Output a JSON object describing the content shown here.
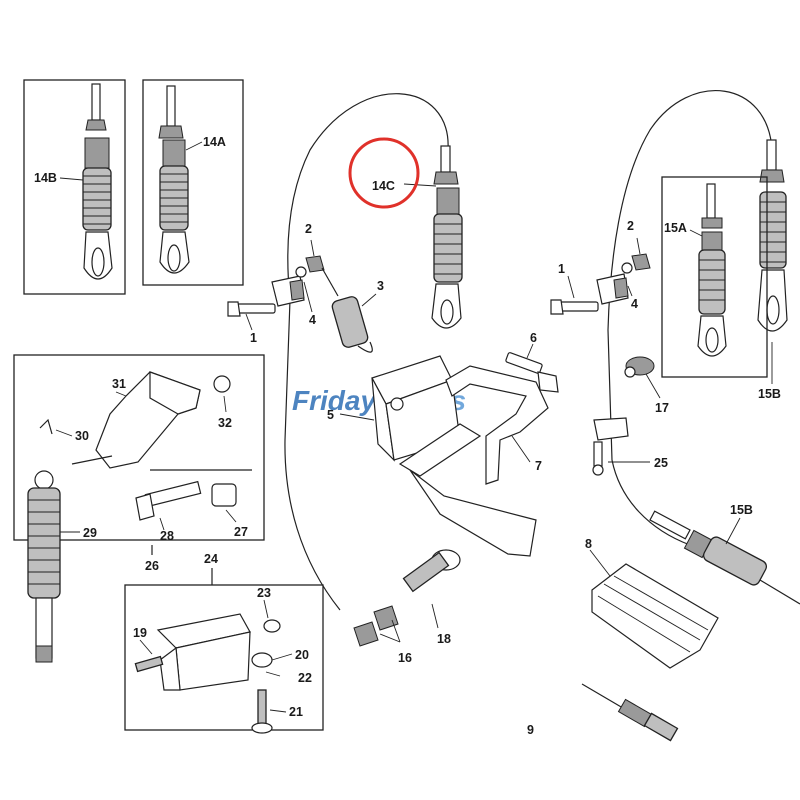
{
  "watermark": {
    "friday": "Friday",
    "parts": "Parts",
    "friday_color": "#2f6fb6",
    "parts_color": "#5a9ad6"
  },
  "highlight": {
    "label": "14C",
    "color": "#e0312a"
  },
  "callouts": {
    "c14B_top": "14B",
    "c14A": "14A",
    "c14C": "14C",
    "c15A": "15A",
    "c15B_box": "15B",
    "c15B_low": "15B",
    "c1_left": "1",
    "c2_left": "2",
    "c3": "3",
    "c4_left": "4",
    "c1_right": "1",
    "c2_right": "2",
    "c4_right": "4",
    "c5": "5",
    "c6": "6",
    "c7": "7",
    "c8": "8",
    "c9": "9",
    "c16": "16",
    "c17": "17",
    "c18": "18",
    "c19": "19",
    "c20": "20",
    "c21": "21",
    "c22": "22",
    "c23": "23",
    "c24": "24",
    "c25": "25",
    "c26": "26",
    "c27": "27",
    "c28": "28",
    "c29": "29",
    "c30": "30",
    "c31": "31",
    "c32": "32"
  }
}
